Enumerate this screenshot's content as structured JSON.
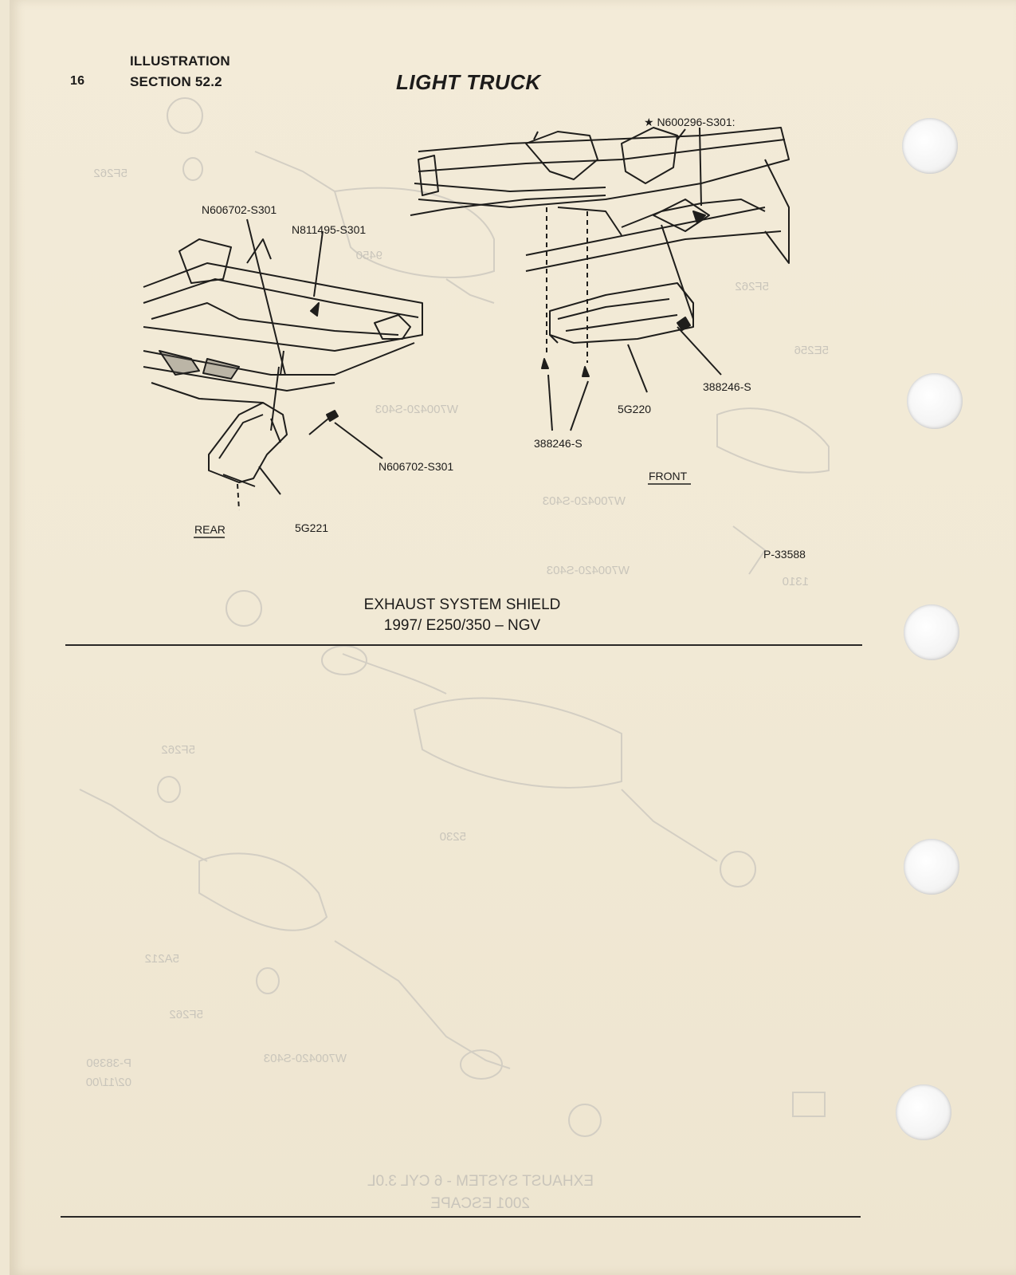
{
  "header": {
    "page_number": "16",
    "illustration": "ILLUSTRATION",
    "section": "SECTION 52.2",
    "title": "LIGHT TRUCK"
  },
  "diagram": {
    "part_labels": {
      "n600296": "★ N600296-S301:",
      "n606702_top": "N606702-S301",
      "n811495": "N811495-S301",
      "n606702_bottom": "N606702-S301",
      "p388246_right": "388246-S",
      "p388246_lower": "388246-S",
      "g5g220": "5G220",
      "g5g221": "5G221",
      "front": "FRONT",
      "rear": "REAR",
      "ref": "P-33588"
    },
    "caption_line1": "EXHAUST SYSTEM SHIELD",
    "caption_line2": "1997/ E250/350 – NGV"
  },
  "bleed_through": {
    "labels": [
      "5F262",
      "9450",
      "5F262",
      "5E256",
      "W700420-S403",
      "W700420-S403",
      "W700420-S403",
      "1310",
      "5230",
      "5F262",
      "5A212",
      "5F262",
      "W700420-S403",
      "P-38390",
      "02/11/00"
    ],
    "caption_line1": "EXHAUST SYSTEM - 6 CYL 3.0L",
    "caption_line2": "2001 ESCAPE"
  },
  "colors": {
    "paper": "#f1e9d5",
    "ink": "#1c1b1a",
    "ghost": "#c9c5bb",
    "hole": "#ffffff"
  }
}
